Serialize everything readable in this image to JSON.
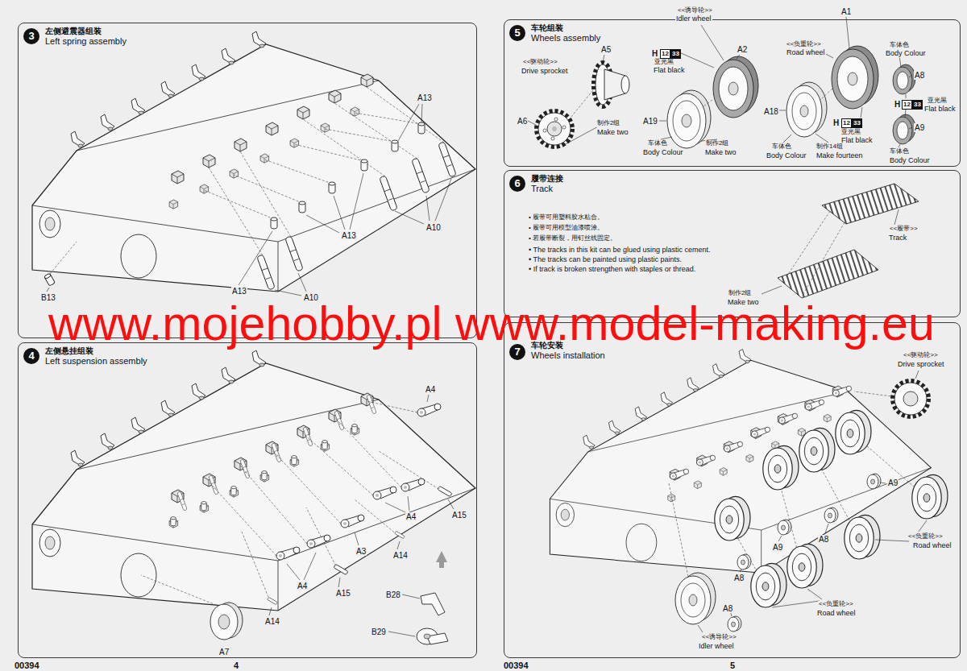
{
  "diagram": {
    "nodes": [
      {
        "text": [
          "左侧避震器组装",
          "Left spring assembly"
        ]
      },
      {
        "text": [
          "3"
        ],
        "in": 0
      },
      {
        "text": [
          "左侧悬挂组装",
          "Left suspension assembly"
        ]
      },
      {
        "text": [
          "4"
        ],
        "in": 2
      },
      {
        "text": [
          "车轮组装",
          "Wheels assembly"
        ]
      },
      {
        "text": [
          "5"
        ],
        "in": 4
      },
      {
        "text": [
          "12"
        ],
        "in": 4
      },
      {
        "text": [
          "33"
        ],
        "in": 4
      },
      {
        "text": [
          "12"
        ],
        "in": 4
      },
      {
        "text": [
          "33"
        ],
        "in": 4
      },
      {
        "text": [
          "12"
        ],
        "in": 4
      },
      {
        "text": [
          "33"
        ],
        "in": 4
      },
      {
        "text": [
          "履带连接",
          "Track"
        ]
      },
      {
        "text": [
          "6"
        ],
        "in": 12
      },
      {
        "text": [
          "车轮安装",
          "Wheels installation"
        ]
      },
      {
        "text": [
          "7"
        ],
        "in": 14
      }
    ],
    "labels": [
      "A13",
      "A10",
      "A13",
      "B13",
      "A13",
      "A10",
      "A4",
      "A15",
      "A4",
      "A14",
      "A3",
      "A4",
      "A15",
      "A14",
      "A7",
      "B28",
      "B29",
      "<<驱动轮>>",
      "Drive sprocket",
      "A5",
      "A6",
      "制作2组",
      "Make two",
      "<<诱导轮>>",
      "Idler wheel",
      "H",
      "亚光黑",
      "Flat black",
      "A2",
      "A19",
      "车体色",
      "Body Colour",
      "制作2组",
      "Make two",
      "<<负重轮>>",
      "Road wheel",
      "A1",
      "A18",
      "H",
      "亚光黑",
      "Flat black",
      "车体色",
      "Body Colour",
      "制作14组",
      "Make fourteen",
      "车体色",
      "Body Colour",
      "A8",
      "H",
      "亚光黑",
      "Flat black",
      "A9",
      "车体色",
      "Body Colour",
      "• 履带可用塑料胶水粘合。",
      "• 履带可用模型油漆喷涂。",
      "• 若履带断裂，用钉丝线固定。",
      "• The tracks in this kit can be glued using plastic cement.",
      "• The tracks can be painted using plastic paints.",
      "• If track is broken strengthen with staples or thread.",
      "<<履带>>",
      "Track",
      "制作2组",
      "Make two",
      "<<驱动轮>>",
      "Drive sprocket",
      "A9",
      "A8",
      "A9",
      "<<负重轮>>",
      "Road wheel",
      "A8",
      "A8",
      "<<负重轮>>",
      "Road wheel",
      "<<诱导轮>>",
      "Idler wheel",
      "www.mojehobby.pl www.model-making.eu",
      "00394",
      "4",
      "00394",
      "5"
    ]
  }
}
